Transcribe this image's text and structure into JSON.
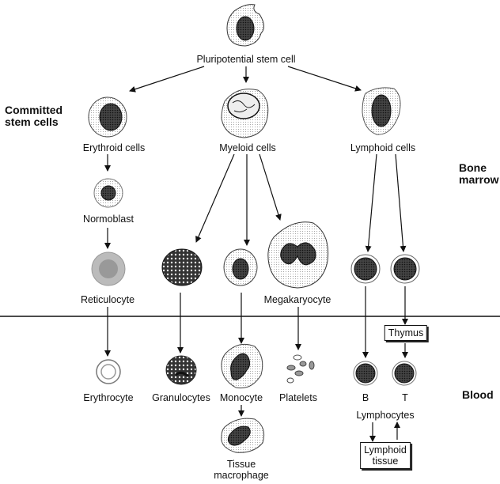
{
  "diagram": {
    "title": "Hematopoiesis",
    "root": "Pluripotential stem cell",
    "side_labels": {
      "committed": "Committed\nstem cells",
      "bone_marrow": "Bone\nmarrow",
      "blood": "Blood"
    },
    "committed_cells": {
      "erythroid": "Erythroid cells",
      "myeloid": "Myeloid cells",
      "lymphoid": "Lymphoid cells"
    },
    "marrow_cells": {
      "normoblast": "Normoblast",
      "reticulocyte": "Reticulocyte",
      "megakaryocyte": "Megakaryocyte"
    },
    "blood_cells": {
      "erythrocyte": "Erythrocyte",
      "granulocytes": "Granulocytes",
      "monocyte": "Monocyte",
      "platelets": "Platelets",
      "b": "B",
      "t": "T",
      "lymphocytes": "Lymphocytes"
    },
    "tissue": {
      "macrophage": "Tissue\nmacrophage",
      "thymus": "Thymus",
      "lymphoid_tissue": "Lymphoid\ntissue"
    },
    "edges": [
      [
        "Pluripotential stem cell",
        "Erythroid cells"
      ],
      [
        "Pluripotential stem cell",
        "Myeloid cells"
      ],
      [
        "Pluripotential stem cell",
        "Lymphoid cells"
      ],
      [
        "Erythroid cells",
        "Normoblast"
      ],
      [
        "Normoblast",
        "Reticulocyte"
      ],
      [
        "Reticulocyte",
        "Erythrocyte"
      ],
      [
        "Myeloid cells",
        "Granulocytes"
      ],
      [
        "Myeloid cells",
        "Monocyte"
      ],
      [
        "Myeloid cells",
        "Megakaryocyte"
      ],
      [
        "Megakaryocyte",
        "Platelets"
      ],
      [
        "Monocyte",
        "Tissue macrophage"
      ],
      [
        "Lymphoid cells",
        "B"
      ],
      [
        "Lymphoid cells",
        "Thymus"
      ],
      [
        "Thymus",
        "T"
      ],
      [
        "Lymphocytes",
        "Lymphoid tissue"
      ],
      [
        "Lymphoid tissue",
        "Lymphocytes"
      ]
    ]
  }
}
